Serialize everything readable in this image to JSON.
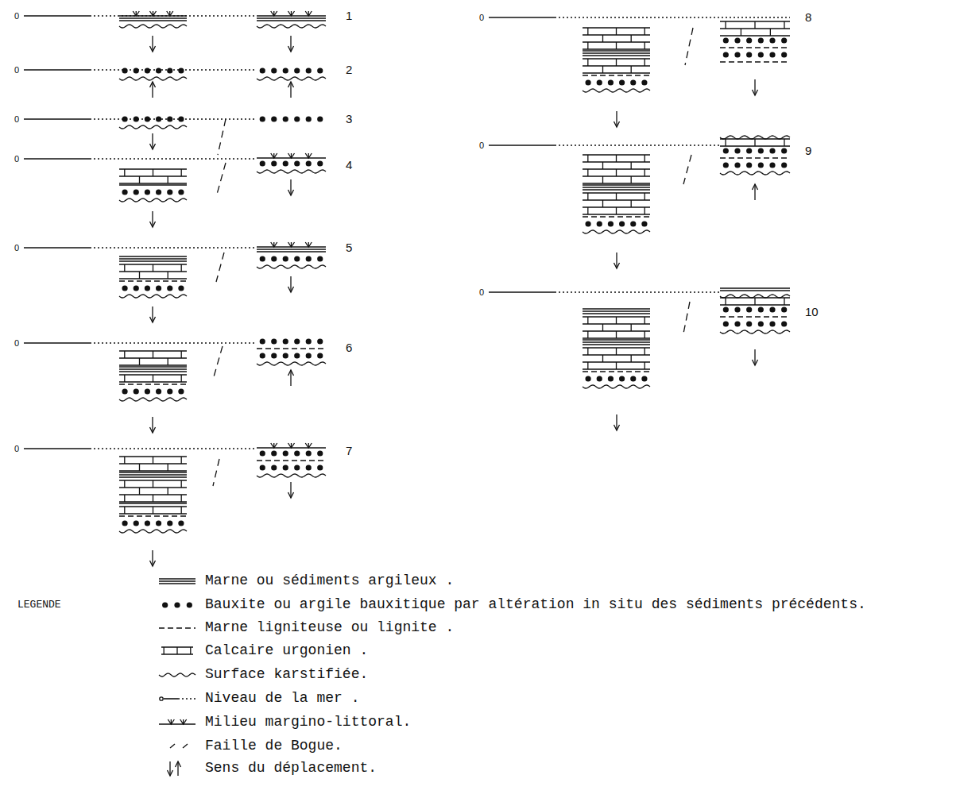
{
  "diagram": {
    "labels": [
      "0",
      "1",
      "0",
      "2",
      "0",
      "3",
      "0",
      "4",
      "0",
      "5",
      "0",
      "6",
      "0",
      "7",
      "0",
      "8",
      "0",
      "9",
      "0",
      "10",
      "LEGENDE"
    ],
    "legend": [
      {
        "text": "Marne ou sédiments argileux ."
      },
      {
        "text": "Bauxite ou argile bauxitique par altération in situ des sédiments précédents."
      },
      {
        "text": "Marne ligniteuse ou lignite ."
      },
      {
        "text": "Calcaire urgonien ."
      },
      {
        "text": "Surface karstifiée."
      },
      {
        "text": "Niveau de la mer ."
      },
      {
        "text": "Milieu margino-littoral."
      },
      {
        "text": "Faille de Bogue."
      },
      {
        "text": "Sens du déplacement."
      }
    ]
  }
}
